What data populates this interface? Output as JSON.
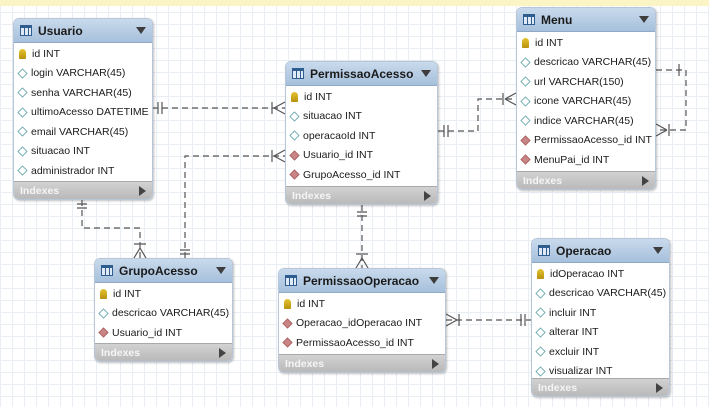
{
  "tables": {
    "usuario": {
      "name": "Usuario",
      "columns": [
        {
          "label": "id INT",
          "kind": "key"
        },
        {
          "label": "login VARCHAR(45)",
          "kind": "attr"
        },
        {
          "label": "senha VARCHAR(45)",
          "kind": "attr"
        },
        {
          "label": "ultimoAcesso DATETIME",
          "kind": "attr"
        },
        {
          "label": "email VARCHAR(45)",
          "kind": "attr"
        },
        {
          "label": "situacao INT",
          "kind": "attr"
        },
        {
          "label": "administrador INT",
          "kind": "attr"
        }
      ],
      "indexes": "Indexes"
    },
    "permissaoAcesso": {
      "name": "PermissaoAcesso",
      "columns": [
        {
          "label": "id INT",
          "kind": "key"
        },
        {
          "label": "situacao INT",
          "kind": "attr"
        },
        {
          "label": "operacaoId INT",
          "kind": "attr"
        },
        {
          "label": "Usuario_id INT",
          "kind": "fk"
        },
        {
          "label": "GrupoAcesso_id INT",
          "kind": "fk"
        }
      ],
      "indexes": "Indexes"
    },
    "menu": {
      "name": "Menu",
      "columns": [
        {
          "label": "id INT",
          "kind": "key"
        },
        {
          "label": "descricao VARCHAR(45)",
          "kind": "attr"
        },
        {
          "label": "url VARCHAR(150)",
          "kind": "attr"
        },
        {
          "label": "icone VARCHAR(45)",
          "kind": "attr"
        },
        {
          "label": "indice VARCHAR(45)",
          "kind": "attr"
        },
        {
          "label": "PermissaoAcesso_id INT",
          "kind": "fk"
        },
        {
          "label": "MenuPai_id INT",
          "kind": "fk"
        }
      ],
      "indexes": "Indexes"
    },
    "grupoAcesso": {
      "name": "GrupoAcesso",
      "columns": [
        {
          "label": "id INT",
          "kind": "key"
        },
        {
          "label": "descricao VARCHAR(45)",
          "kind": "attr"
        },
        {
          "label": "Usuario_id INT",
          "kind": "fk"
        }
      ],
      "indexes": "Indexes"
    },
    "permissaoOperacao": {
      "name": "PermissaoOperacao",
      "columns": [
        {
          "label": "id INT",
          "kind": "key"
        },
        {
          "label": "Operacao_idOperacao INT",
          "kind": "fk"
        },
        {
          "label": "PermissaoAcesso_id INT",
          "kind": "fk"
        }
      ],
      "indexes": "Indexes"
    },
    "operacao": {
      "name": "Operacao",
      "columns": [
        {
          "label": "idOperacao INT",
          "kind": "key"
        },
        {
          "label": "descricao VARCHAR(45)",
          "kind": "attr"
        },
        {
          "label": "incluir INT",
          "kind": "attr"
        },
        {
          "label": "alterar INT",
          "kind": "attr"
        },
        {
          "label": "excluir INT",
          "kind": "attr"
        },
        {
          "label": "visualizar INT",
          "kind": "attr"
        }
      ],
      "indexes": "Indexes"
    }
  },
  "colors": {
    "header": "#a6c0dc",
    "border": "#b7c7d9",
    "line": "#555555",
    "fk": "#c98585",
    "key": "#e4c430"
  }
}
